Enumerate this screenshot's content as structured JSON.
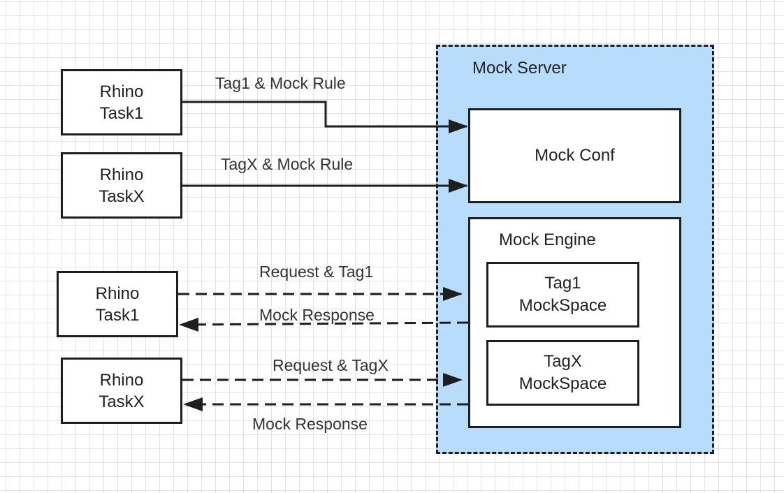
{
  "server": {
    "title": "Mock Server",
    "conf_label": "Mock Conf",
    "engine": {
      "title": "Mock Engine",
      "spaces": [
        "Tag1\nMockSpace",
        "TagX\nMockSpace"
      ]
    }
  },
  "tasks": [
    "Rhino\nTask1",
    "Rhino\nTaskX",
    "Rhino\nTask1",
    "Rhino\nTaskX"
  ],
  "edges": [
    {
      "label": "Tag1 & Mock Rule",
      "style": "solid"
    },
    {
      "label": "TagX & Mock Rule",
      "style": "solid"
    },
    {
      "label": "Request & Tag1",
      "style": "dashed"
    },
    {
      "label": "Mock Response",
      "style": "dashed"
    },
    {
      "label": "Request & TagX",
      "style": "dashed"
    },
    {
      "label": "Mock Response",
      "style": "dashed"
    }
  ],
  "colors": {
    "server_fill": "#b8dcfb",
    "stroke": "#1e1e1e",
    "grid": "#e4e4e4"
  }
}
